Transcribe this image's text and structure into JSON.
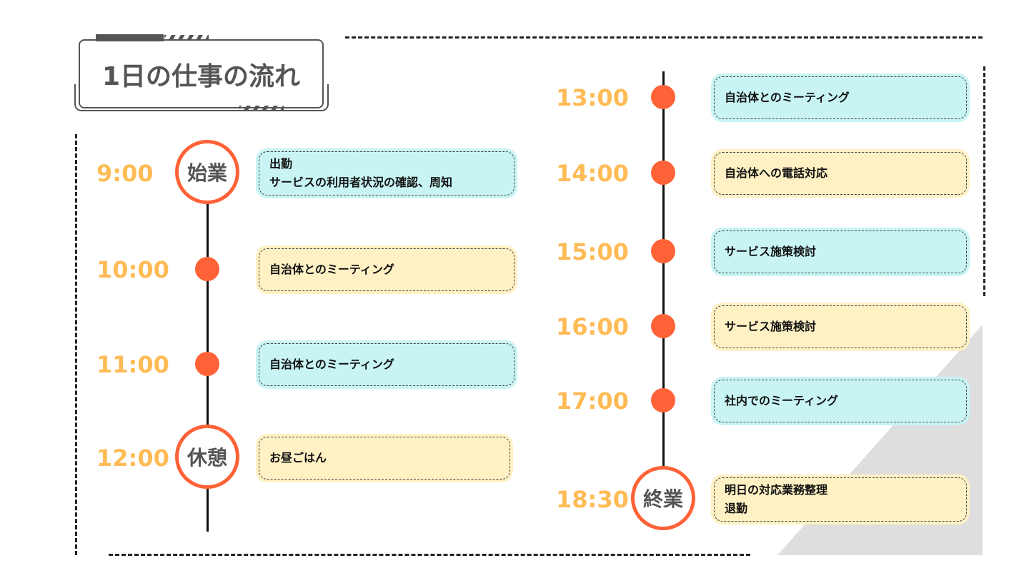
{
  "title": "1日の仕事の流れ",
  "colors": {
    "accent": "#ff6236",
    "time": "#ffbb55",
    "cyan": "#c8f4f4",
    "yellow": "#fff1c4"
  },
  "left": [
    {
      "time": "9:00",
      "marker": "始業",
      "lines": [
        "出勤",
        "サービスの利用者状況の確認、周知"
      ],
      "color": "cyan"
    },
    {
      "time": "10:00",
      "lines": [
        "自治体とのミーティング"
      ],
      "color": "yellow"
    },
    {
      "time": "11:00",
      "lines": [
        "自治体とのミーティング"
      ],
      "color": "cyan"
    },
    {
      "time": "12:00",
      "marker": "休憩",
      "lines": [
        "お昼ごはん"
      ],
      "color": "yellow"
    }
  ],
  "right": [
    {
      "time": "13:00",
      "lines": [
        "自治体とのミーティング"
      ],
      "color": "cyan"
    },
    {
      "time": "14:00",
      "lines": [
        "自治体への電話対応"
      ],
      "color": "yellow"
    },
    {
      "time": "15:00",
      "lines": [
        "サービス施策検討"
      ],
      "color": "cyan"
    },
    {
      "time": "16:00",
      "lines": [
        "サービス施策検討"
      ],
      "color": "yellow"
    },
    {
      "time": "17:00",
      "lines": [
        "社内でのミーティング"
      ],
      "color": "cyan"
    },
    {
      "time": "18:30",
      "marker": "終業",
      "lines": [
        "明日の対応業務整理",
        "退勤"
      ],
      "color": "yellow"
    }
  ]
}
